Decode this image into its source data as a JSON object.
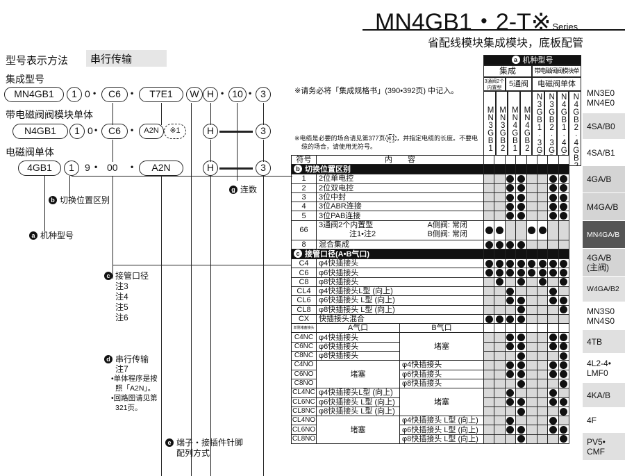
{
  "header": {
    "series_main": "MN4GB1・2-T※",
    "series_small": "Series",
    "subtitle": "省配线模块集成模块，底板配管"
  },
  "left": {
    "section_label": "型号表示方法",
    "section_box": "串行传输",
    "model1_label": "集成型号",
    "model2_label": "带电磁阀阀模块单体",
    "model3_label": "电磁阀单体",
    "row1": [
      "MN4GB1",
      "1",
      "0",
      "C6",
      "T7E1",
      "W",
      "H",
      "10",
      "3"
    ],
    "row2": [
      "N4GB1",
      "1",
      "0",
      "C6",
      "A2N",
      "※1",
      "H",
      "3"
    ],
    "row3": [
      "4GB1",
      "1",
      "9",
      "00",
      "A2N",
      "H",
      "3"
    ],
    "sep": "•",
    "dot": "•",
    "labels": {
      "a": "机种型号",
      "b": "切换位置区别",
      "c": "接管口径",
      "c_notes": [
        "注3",
        "注4",
        "注5",
        "注6"
      ],
      "d": "串行传输",
      "d_notes": [
        "注7",
        "•单体程序是按",
        "照「A2N」。",
        "•回路图请见第",
        "321页。"
      ],
      "e": "端子・接插件针脚",
      "e2": "配列方式",
      "g": "连数"
    },
    "badges": {
      "a": "a",
      "b": "b",
      "c": "c",
      "d": "d",
      "e": "e",
      "g": "g"
    }
  },
  "notes": {
    "n1": "※请务必将「集成规格书」(390•392页) 中记入。",
    "n2": "※电缆是必要的场合请见第377页",
    "n2_ref": "※1",
    "n2b": "，并指定电缆的长度。不要电",
    "n3": "缆的场合，请使用无符号。"
  },
  "table": {
    "header_a": "机种型号",
    "group1": "集成",
    "group2": "带电磁阀阀模块单体",
    "sub1": "3通阀2个内置型",
    "sub2": "5通阀",
    "sub3": "电磁阀单体",
    "models": [
      "MN3GB1",
      "MN3GB2",
      "MN4GB1",
      "MN4GB2",
      "N3GB1·3GB1",
      "N3GB2·3GB2",
      "N4GB1·4GB1",
      "N4GB2·4GB2"
    ],
    "col_symbol": "符号",
    "col_content": "内　　容",
    "sec_b": "切换位置区别",
    "sec_c": "接管口径(A•B气口)",
    "rows_b": [
      {
        "code": "1",
        "text": "2位单电控",
        "dots": [
          0,
          0,
          1,
          1,
          0,
          0,
          1,
          1
        ]
      },
      {
        "code": "2",
        "text": "2位双电控",
        "dots": [
          0,
          0,
          1,
          1,
          0,
          0,
          1,
          1
        ]
      },
      {
        "code": "3",
        "text": "3位中封",
        "dots": [
          0,
          0,
          1,
          1,
          0,
          0,
          1,
          1
        ]
      },
      {
        "code": "4",
        "text": "3位ABR连接",
        "dots": [
          0,
          0,
          1,
          1,
          0,
          0,
          1,
          1
        ]
      },
      {
        "code": "5",
        "text": "3位PAB连接",
        "dots": [
          0,
          0,
          1,
          1,
          0,
          0,
          1,
          1
        ]
      }
    ],
    "row66": {
      "code": "66",
      "t1": "3通阀2个内置型",
      "t2": "注1•注2",
      "a": "A侧阀: 常闭",
      "b": "B侧阀: 常闭",
      "dots": [
        1,
        1,
        0,
        0,
        1,
        1,
        0,
        0
      ]
    },
    "row8": {
      "code": "8",
      "text": "混合集成",
      "dots": [
        1,
        1,
        1,
        1,
        0,
        0,
        0,
        0
      ]
    },
    "rows_c": [
      {
        "code": "C4",
        "text": "φ4快插接头",
        "dots": [
          1,
          1,
          1,
          1,
          1,
          1,
          1,
          1
        ]
      },
      {
        "code": "C6",
        "text": "φ6快插接头",
        "dots": [
          1,
          1,
          1,
          1,
          1,
          1,
          1,
          1
        ]
      },
      {
        "code": "C8",
        "text": "φ8快插接头",
        "dots": [
          0,
          1,
          0,
          1,
          0,
          1,
          0,
          1
        ]
      },
      {
        "code": "CL4",
        "text": "φ4快插接头L型 (向上)",
        "dots": [
          0,
          0,
          1,
          0,
          0,
          0,
          1,
          0
        ]
      },
      {
        "code": "CL6",
        "text": "φ6快插接头 L型 (向上)",
        "dots": [
          0,
          0,
          1,
          1,
          0,
          0,
          1,
          1
        ]
      },
      {
        "code": "CL8",
        "text": "φ8快插接头 L型 (向上)",
        "dots": [
          0,
          0,
          0,
          1,
          0,
          0,
          0,
          1
        ]
      },
      {
        "code": "CX",
        "text": "快插接头混合",
        "dots": [
          1,
          1,
          1,
          1,
          0,
          0,
          0,
          0
        ]
      }
    ],
    "ab_head": {
      "code": "单侧堵塞接头",
      "a": "A气口",
      "b": "B气口"
    },
    "rows_nc": [
      {
        "code": "C4NC",
        "text": "φ4快插接头",
        "dots": [
          0,
          0,
          1,
          1,
          0,
          0,
          1,
          1
        ]
      },
      {
        "code": "C6NC",
        "text": "φ6快插接头",
        "dots": [
          0,
          0,
          1,
          1,
          0,
          0,
          1,
          1
        ]
      },
      {
        "code": "C8NC",
        "text": "φ8快插接头",
        "dots": [
          0,
          0,
          0,
          1,
          0,
          0,
          0,
          1
        ]
      }
    ],
    "rows_no": [
      {
        "code": "C4NO",
        "text": "φ4快插接头",
        "dots": [
          0,
          0,
          1,
          1,
          0,
          0,
          1,
          1
        ]
      },
      {
        "code": "C6NO",
        "text": "φ6快插接头",
        "dots": [
          0,
          0,
          1,
          1,
          0,
          0,
          1,
          1
        ]
      },
      {
        "code": "C8NO",
        "text": "φ8快插接头",
        "dots": [
          0,
          0,
          0,
          1,
          0,
          0,
          0,
          1
        ]
      }
    ],
    "rows_lnc": [
      {
        "code": "CL4NC",
        "text": "φ4快插接头L型 (向上)",
        "dots": [
          0,
          0,
          1,
          0,
          0,
          0,
          1,
          0
        ]
      },
      {
        "code": "CL6NC",
        "text": "φ6快插接头 L型 (向上)",
        "dots": [
          0,
          0,
          1,
          1,
          0,
          0,
          1,
          1
        ]
      },
      {
        "code": "CL8NC",
        "text": "φ8快插接头 L型 (向上)",
        "dots": [
          0,
          0,
          0,
          1,
          0,
          0,
          0,
          1
        ]
      }
    ],
    "rows_lno": [
      {
        "code": "CL4NO",
        "text": "φ4快插接头 L型 (向上)",
        "dots": [
          0,
          0,
          1,
          0,
          0,
          0,
          1,
          0
        ]
      },
      {
        "code": "CL6NO",
        "text": "φ6快插接头 L型 (向上)",
        "dots": [
          0,
          0,
          1,
          1,
          0,
          0,
          1,
          1
        ]
      },
      {
        "code": "CL8NO",
        "text": "φ8快插接头 L型 (向上)",
        "dots": [
          0,
          0,
          0,
          1,
          0,
          0,
          0,
          1
        ]
      }
    ],
    "plug": "堵塞"
  },
  "tabs": [
    {
      "label": "MN3E0\nMN4E0",
      "active": false
    },
    {
      "label": "4SA/B0",
      "active": false
    },
    {
      "label": "4SA/B1",
      "active": false
    },
    {
      "label": "4GA/B",
      "active": false
    },
    {
      "label": "M4GA/B",
      "active": false
    },
    {
      "label": "MN4GA/B",
      "active": true
    },
    {
      "label": "4GA/B\n(主阀)",
      "active": false
    },
    {
      "label": "W4GA/B2",
      "active": false
    },
    {
      "label": "MN3S0\nMN4S0",
      "active": false
    },
    {
      "label": "4TB",
      "active": false
    },
    {
      "label": "4L2-4•\nLMF0",
      "active": false
    },
    {
      "label": "4KA/B",
      "active": false
    },
    {
      "label": "4F",
      "active": false
    },
    {
      "label": "PV5•\nCMF",
      "active": false
    }
  ]
}
